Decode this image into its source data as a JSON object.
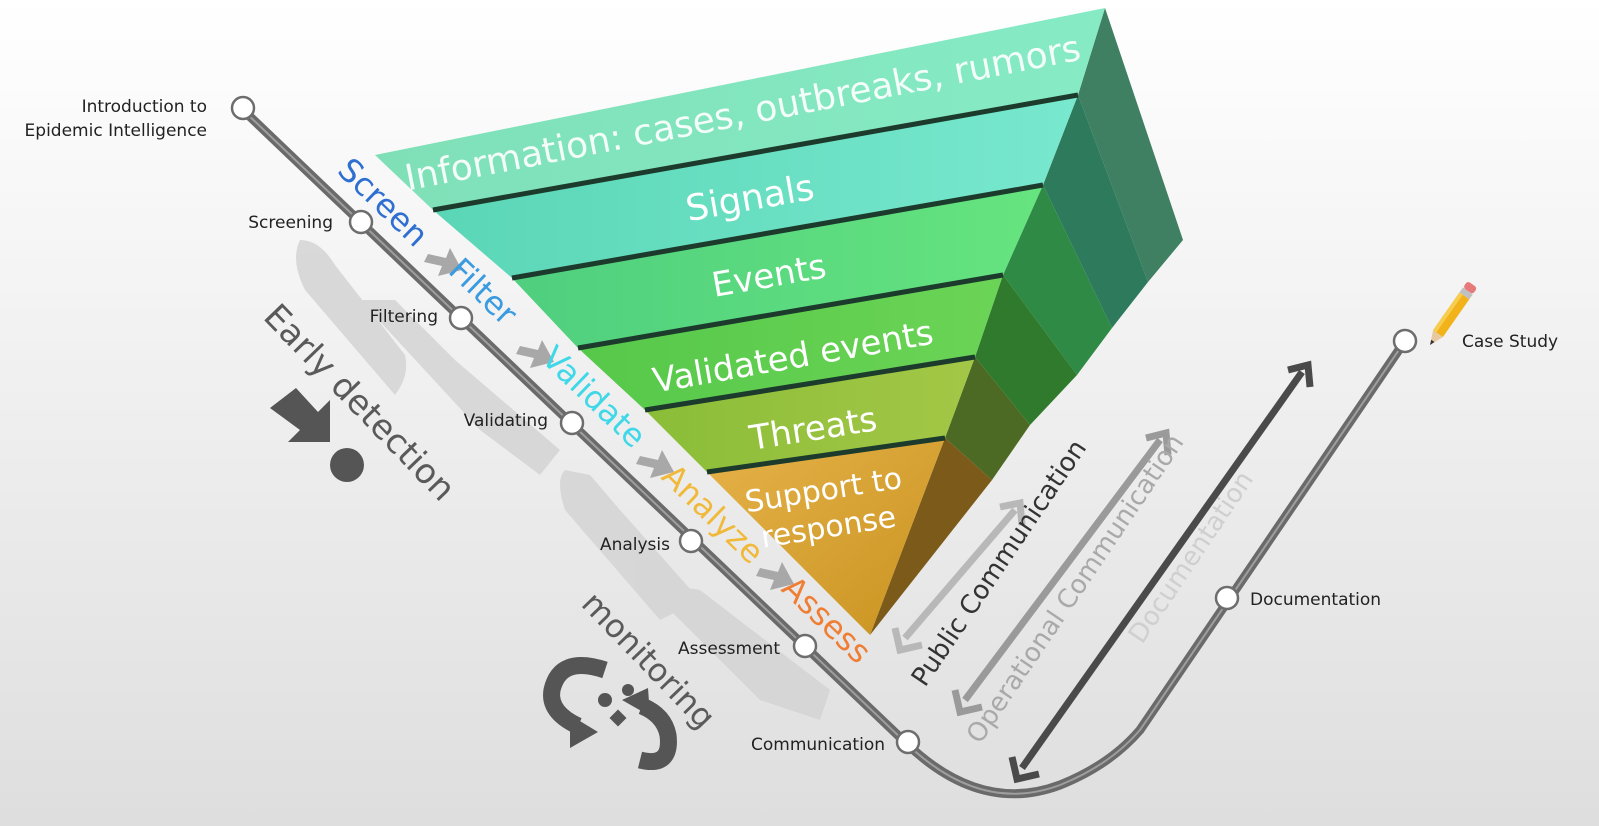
{
  "colors": {
    "screen": "#2e6fd1",
    "filter": "#3a9be0",
    "validate": "#3fd8e8",
    "analyze": "#f0b93a",
    "assess": "#ef7d33",
    "track": "#6a6a6a",
    "case_study_text": "#7a1010"
  },
  "nodes": {
    "intro_line1": "Introduction to",
    "intro_line2": "Epidemic Intelligence",
    "screening": "Screening",
    "filtering": "Filtering",
    "validating": "Validating",
    "analysis": "Analysis",
    "assessment": "Assessment",
    "communication": "Communication",
    "documentation": "Documentation",
    "case_study": "Case Study"
  },
  "steps": {
    "screen": "Screen",
    "filter": "Filter",
    "validate": "Validate",
    "analyze": "Analyze",
    "assess": "Assess"
  },
  "pyramid": {
    "info": "Information: cases, outbreaks, rumors",
    "signals": "Signals",
    "events": "Events",
    "validated": "Validated events",
    "threats": "Threats",
    "support_line1": "Support to",
    "support_line2": "response"
  },
  "side": {
    "early_detection": "Early detection",
    "monitoring": "monitoring",
    "public_comm": "Public Communication",
    "operational_comm": "Operational Communication",
    "documentation_diag": "Documentation"
  },
  "icons": {
    "case_study": "pencil-icon",
    "early_detection": "arrow-dot-icon",
    "monitoring": "cycle-arrows-icon"
  }
}
